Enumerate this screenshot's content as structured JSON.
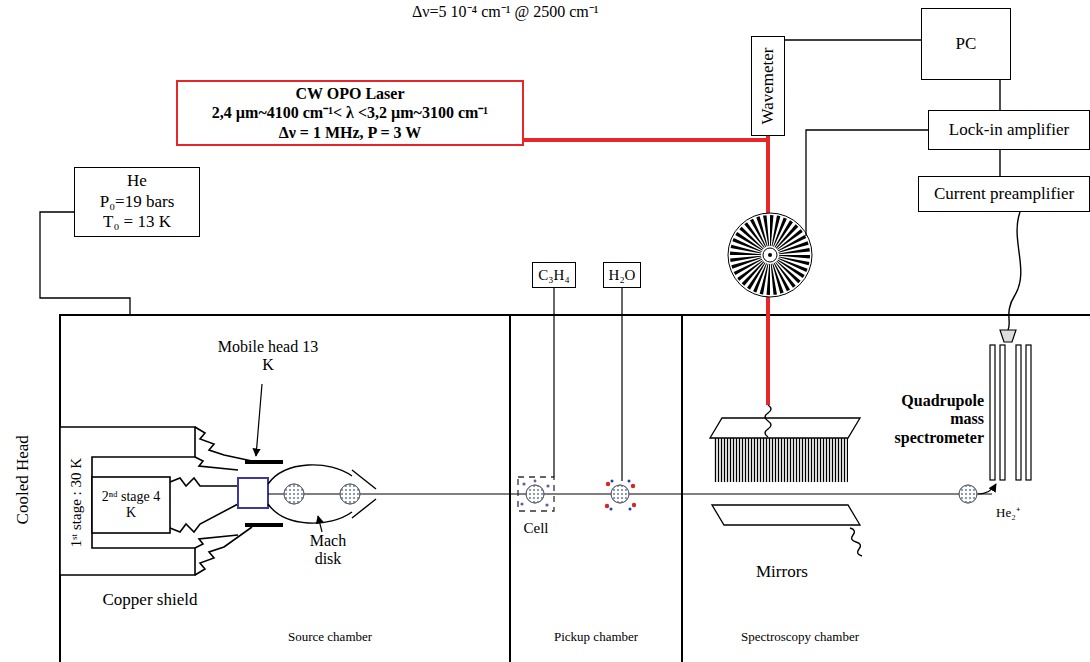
{
  "diagram": {
    "nodes": [
      {
        "text": [
          "CW OPO Laser",
          "2,4 µm~4100 cm⁻¹< λ <3,2 µm~3100 cm⁻¹",
          "Δν = 1 MHz, P = 3 W"
        ]
      },
      {
        "text": [
          "Wavemeter"
        ]
      },
      {
        "text": [
          "PC"
        ]
      },
      {
        "text": [
          "Lock-in amplifier"
        ]
      },
      {
        "text": [
          "Current preamplifier"
        ]
      },
      {
        "text": [
          "He",
          "P₀=19 bars",
          "T₀ = 13 K"
        ]
      },
      {
        "text": [
          "C₃H₄"
        ]
      },
      {
        "text": [
          "H₂O"
        ]
      }
    ],
    "edges": [
      {
        "from": 0,
        "to": 1,
        "arrow": "none"
      },
      {
        "from": 1,
        "to": 2,
        "arrow": "none"
      },
      {
        "from": 3,
        "to": 2,
        "arrow": "none"
      },
      {
        "from": 4,
        "to": 3,
        "arrow": "none"
      }
    ],
    "labels": [
      "Δν=5 10⁻⁴ cm⁻¹ @ 2500 cm⁻¹",
      "Cooled Head",
      "1ˢᵗ stage : 30 K",
      "2ⁿᵈ stage 4 K",
      "Mobile head 13 K",
      "Mach disk",
      "Copper shield",
      "Cell",
      "Mirrors",
      "Quadrupole mass spectrometer",
      "He₂⁺",
      "Source chamber",
      "Pickup chamber",
      "Spectroscopy chamber"
    ]
  }
}
